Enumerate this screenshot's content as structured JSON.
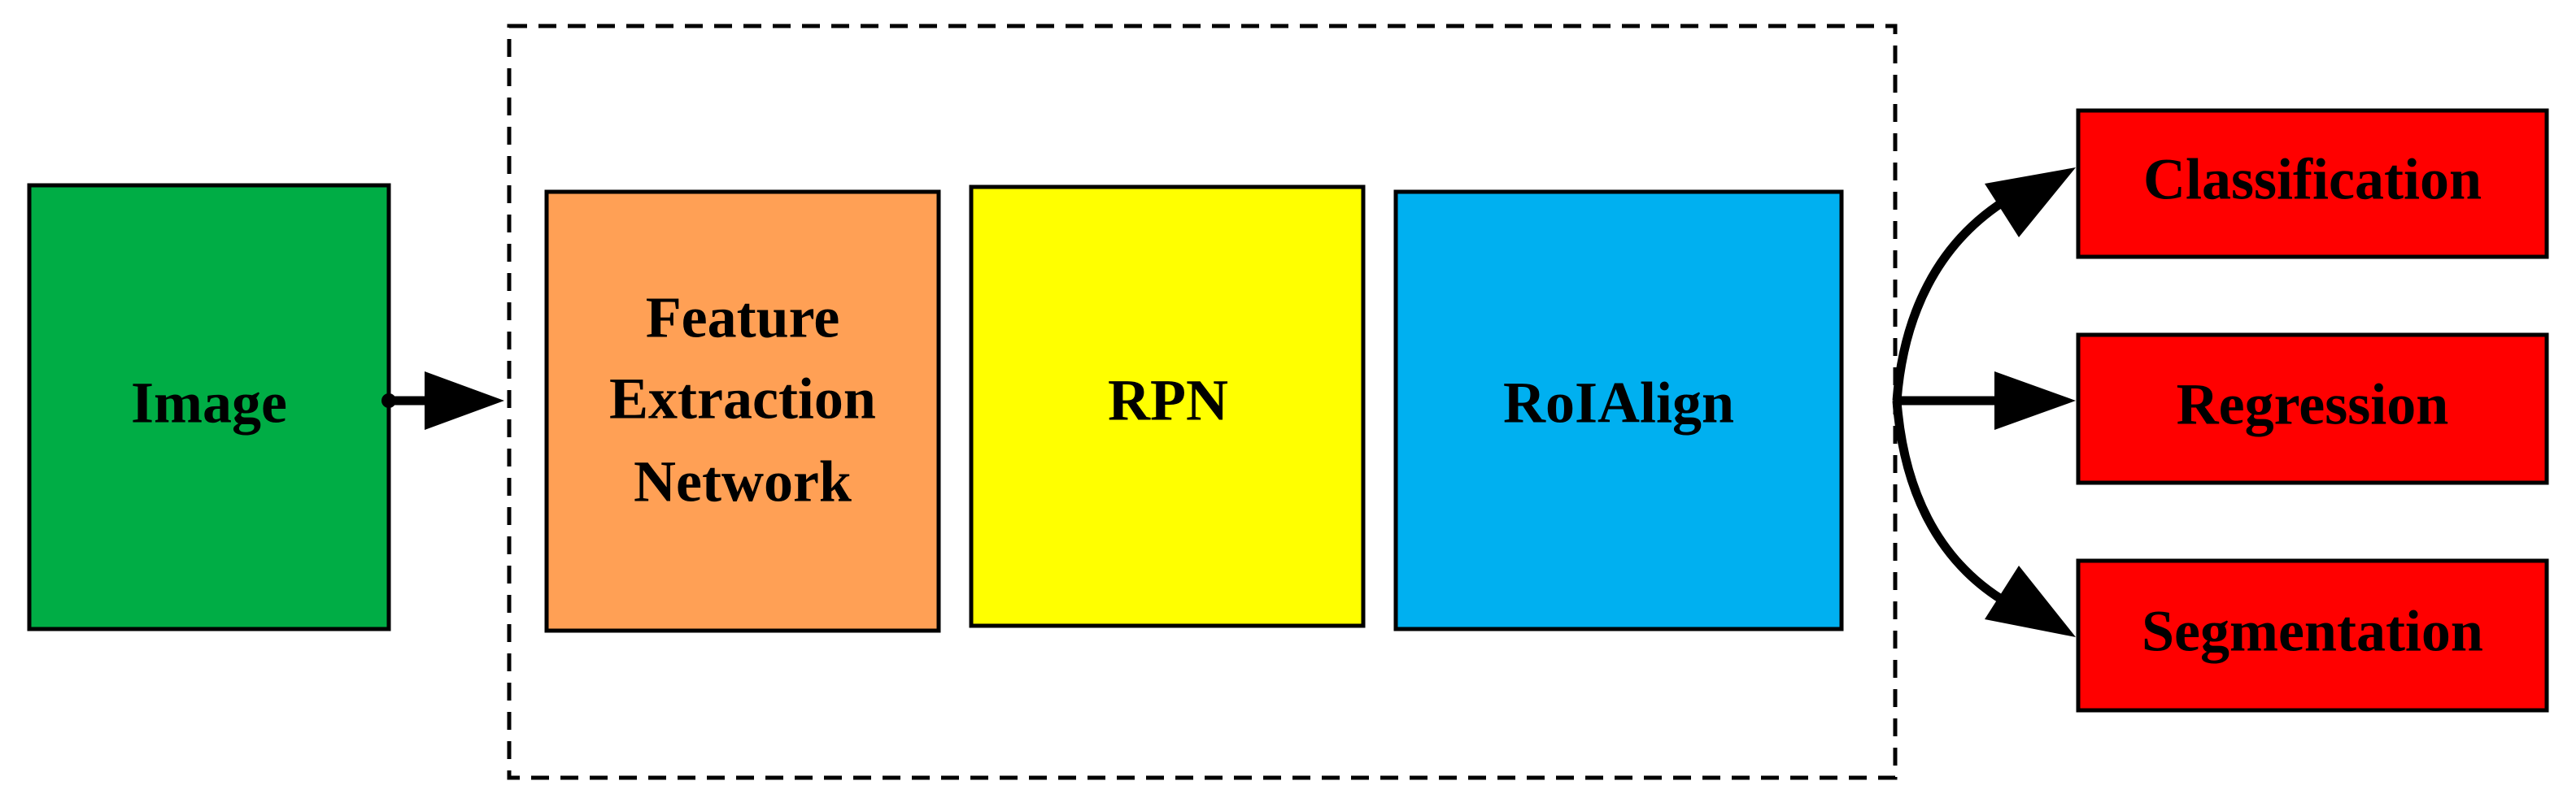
{
  "input": {
    "label": "Image",
    "color": "#00ad45"
  },
  "backbone_group": {
    "style": "dashed"
  },
  "modules": [
    {
      "lines": [
        "Feature",
        "Extraction",
        "Network"
      ],
      "color": "#ffa055"
    },
    {
      "lines": [
        "RPN"
      ],
      "color": "#ffff00"
    },
    {
      "lines": [
        "RoIAlign"
      ],
      "color": "#00b0f0"
    }
  ],
  "outputs": [
    {
      "label": "Classification",
      "color": "#ff0000"
    },
    {
      "label": "Regression",
      "color": "#ff0000"
    },
    {
      "label": "Segmentation",
      "color": "#ff0000"
    }
  ],
  "colors": {
    "stroke": "#000000",
    "background": "#ffffff"
  }
}
